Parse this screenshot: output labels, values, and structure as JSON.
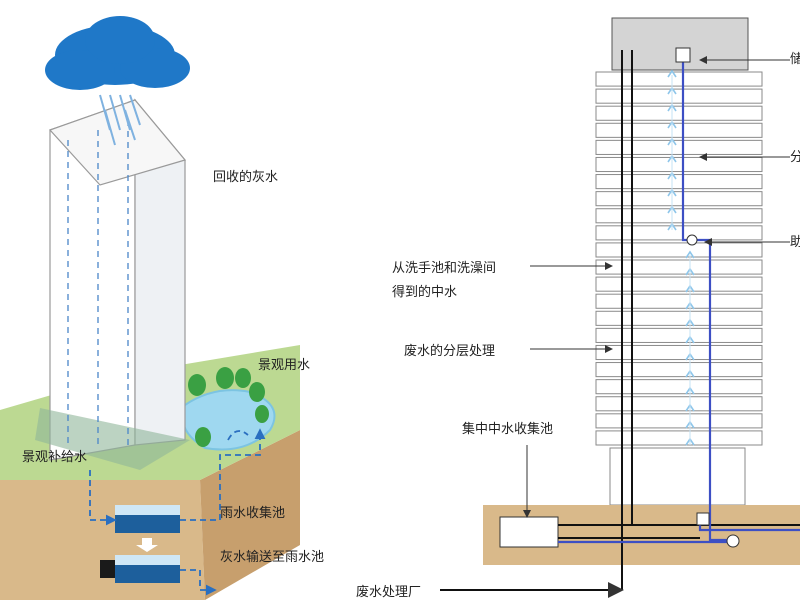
{
  "left_panel": {
    "labels": {
      "recycled_grey_water": "回收的灰水",
      "landscape_water": "景观用水",
      "landscape_supply": "景观补给水",
      "rain_collection_tank": "雨水收集池",
      "grey_to_rain_tank": "灰水输送至雨水池"
    }
  },
  "right_panel": {
    "labels": {
      "storage_partial": "储",
      "distribution_partial": "分",
      "booster_partial": "助",
      "grey_from_basins_line1": "从洗手池和洗澡间",
      "grey_from_basins_line2": "得到的中水",
      "layered_treatment": "废水的分层处理",
      "central_collection": "集中中水收集池",
      "wastewater_plant": "废水处理厂"
    }
  },
  "colors": {
    "rain_cloud": "#1f78c8",
    "water_light": "#9fd8f0",
    "pipe_blue": "#3d4fc4",
    "soil": "#d9b98a",
    "grass": "#bcd992",
    "tree": "#3aa043"
  }
}
